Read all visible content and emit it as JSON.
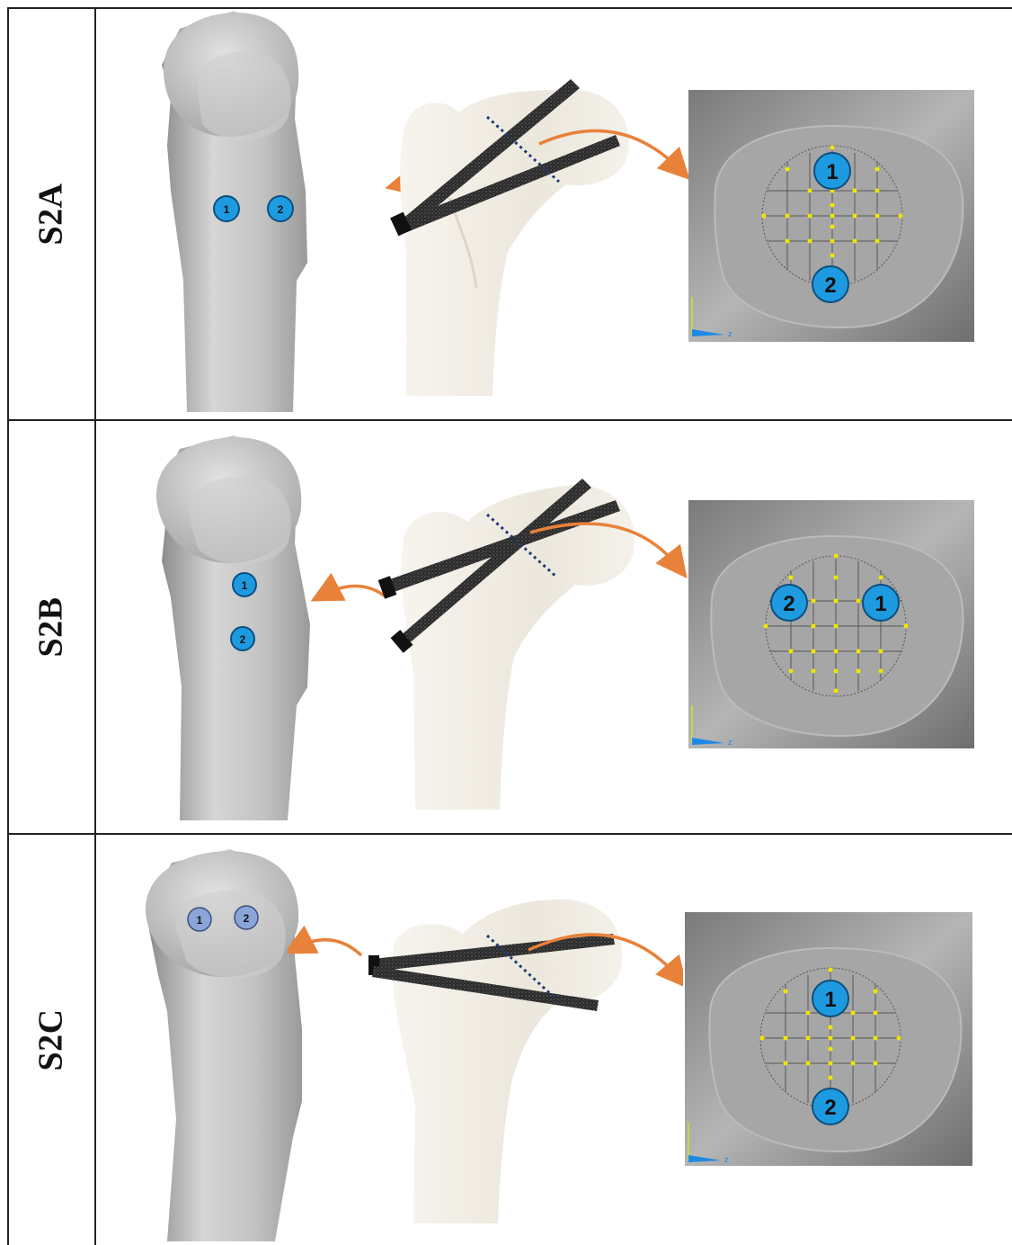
{
  "rows": [
    {
      "label": "S2A",
      "lateral_markers": [
        "1",
        "2"
      ],
      "section_markers": [
        "1",
        "2"
      ],
      "axis_label": "z"
    },
    {
      "label": "S2B",
      "lateral_markers": [
        "1",
        "2"
      ],
      "section_markers": [
        "2",
        "1"
      ],
      "axis_label": "z"
    },
    {
      "label": "S2C",
      "lateral_markers": [
        "1",
        "2"
      ],
      "section_markers": [
        "1",
        "2"
      ],
      "axis_label": "z"
    }
  ],
  "colors": {
    "marker_blue": "#1e9be0",
    "marker_pale": "#8aa6d8",
    "arrow": "#e8813a",
    "cut_line": "#1f3a78",
    "grid_point": "#f2e600",
    "bone_grey": "#c9c9c9",
    "bone_cream": "#efebe2",
    "screw": "#2d2d2d"
  }
}
